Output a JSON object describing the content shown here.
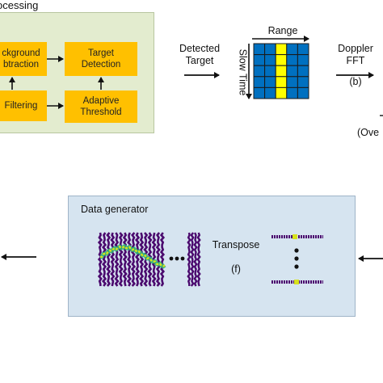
{
  "processing_panel": {
    "title": "ocessing",
    "boxes": {
      "background_subtraction": [
        "ckground",
        "btraction"
      ],
      "target_detection": [
        "Target",
        "Detection"
      ],
      "filtering": "Filtering",
      "adaptive_threshold": [
        "Adaptive",
        "Threshold"
      ]
    }
  },
  "detected_target_label": [
    "Detected",
    "Target"
  ],
  "grid": {
    "range_label": "Range",
    "slow_time_label": "Slow Time",
    "cell_color": "#0070c0",
    "highlight_color": "#ffff00",
    "border_color": "#1a1a1a"
  },
  "doppler": {
    "lines": [
      "Doppler",
      "FFT"
    ],
    "step": "(b)"
  },
  "cut_labels": {
    "right_fragment": "(Ove"
  },
  "data_generator": {
    "title": "Data generator",
    "transpose_label": "Transpose",
    "step": "(f)",
    "colors": {
      "dark": "#4b0a6e",
      "highlight": "#d7e21e",
      "mid": "#2db07a"
    }
  },
  "colors": {
    "processing_bg": "#e3eccf",
    "box_fill": "#ffc000",
    "datagen_bg": "#d6e4f0",
    "arrow": "#111111"
  }
}
